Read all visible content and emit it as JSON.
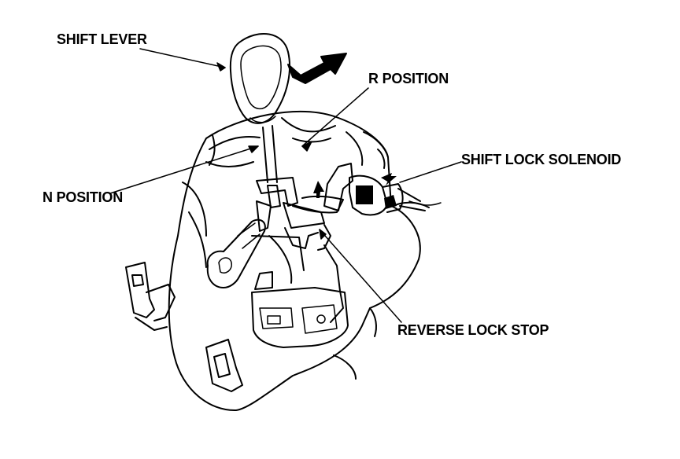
{
  "figure": {
    "labels": {
      "shift_lever": "SHIFT LEVER",
      "r_position": "R POSITION",
      "shift_lock_solenoid": "SHIFT LOCK SOLENOID",
      "n_position": "N POSITION",
      "reverse_lock_stop": "REVERSE LOCK STOP"
    },
    "line_color": "#000000",
    "background": "#ffffff"
  }
}
